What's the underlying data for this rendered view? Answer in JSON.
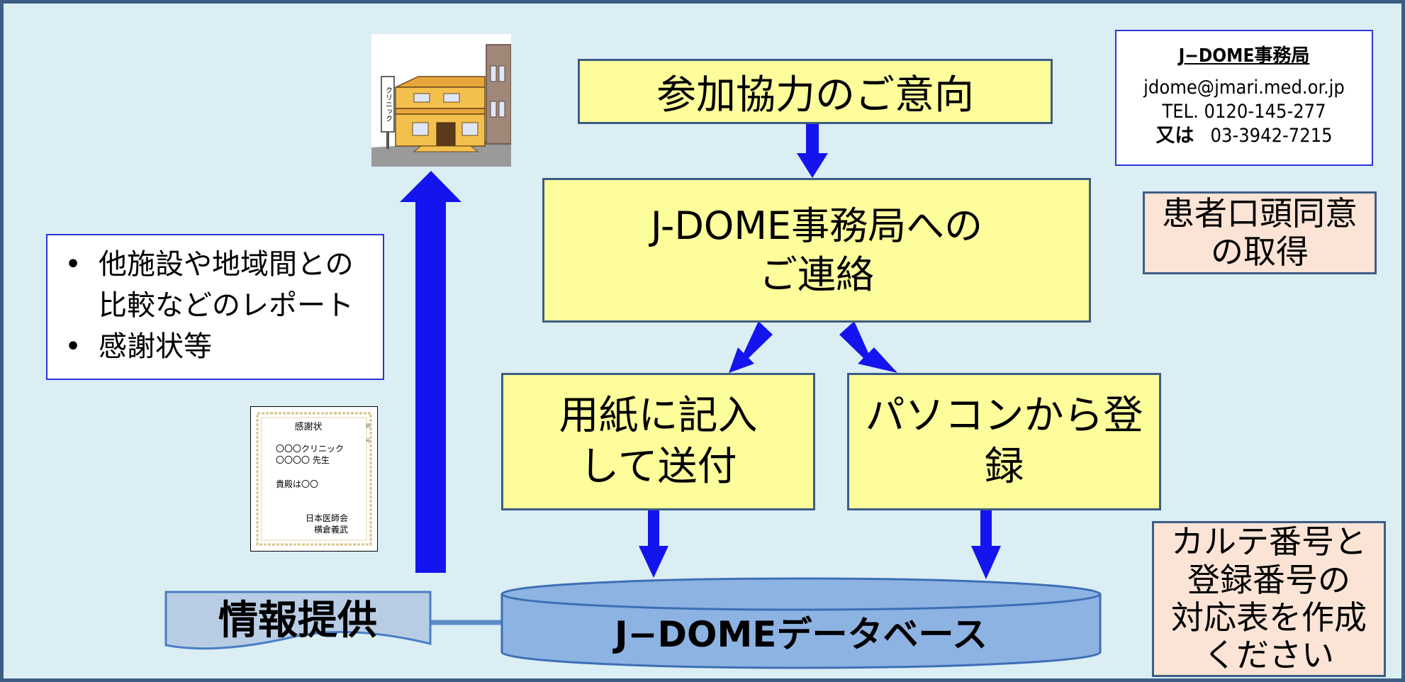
{
  "contact": {
    "title": "J−DOME事務局",
    "email": "jdome@jmari.med.or.jp",
    "tel": "TEL. 0120-145-277",
    "alt_prefix": "又は",
    "alt_number": "03-3942-7215"
  },
  "flow": {
    "intent": "参加協力のご意向",
    "contact_line1": "J-DOME事務局への",
    "contact_line2": "ご連絡",
    "paper_line1": "用紙に記入",
    "paper_line2": "して送付",
    "pc_line1": "パソコンから登",
    "pc_line2": "録",
    "database": "J−DOMEデータベース",
    "info": "情報提供"
  },
  "notes": {
    "consent_line1": "患者口頭同意",
    "consent_line2": "の取得",
    "table_line1": "カルテ番号と",
    "table_line2": "登録番号の",
    "table_line3": "対応表を作成",
    "table_line4": "ください"
  },
  "benefits": {
    "item1_line1": "他施設や地域間との",
    "item1_line2": "比較などのレポート",
    "item2": "感謝状等"
  },
  "building": {
    "sign": "クリニック"
  },
  "certificate": {
    "title": "感謝状",
    "line1": "〇〇〇クリニック",
    "line2": "〇〇〇〇  先生",
    "line3": "貴殿は〇〇",
    "sign1": "日本医師会",
    "sign2": "横倉義武",
    "side": "第　　号"
  },
  "colors": {
    "background": "#dbeef4",
    "frame": "#3d5d85",
    "box_yellow": "#fdfd9b",
    "box_peach": "#fbe4d5",
    "arrow": "#1414ee",
    "database": "#8db3e2",
    "info_banner": "#b8cde4"
  }
}
